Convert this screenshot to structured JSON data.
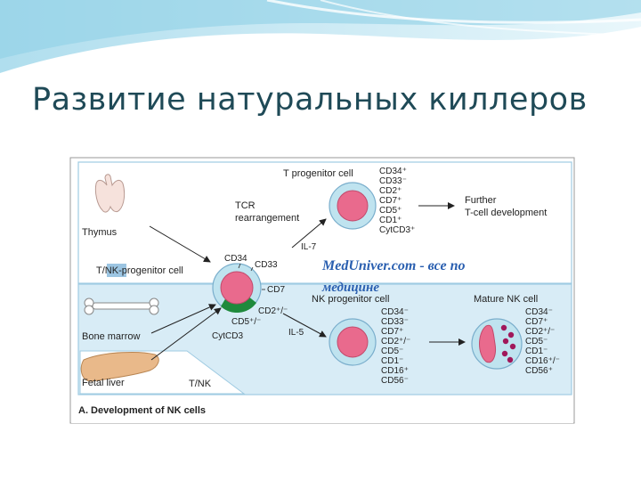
{
  "slide": {
    "title": "Развитие натуральных киллеров"
  },
  "figure": {
    "caption": "A. Development of NK cells",
    "watermark_line1": "MedUniver.com - все по",
    "watermark_line2": "медицине",
    "organs": {
      "thymus": "Thymus",
      "bone_marrow": "Bone marrow",
      "fetal_liver": "Fetal liver",
      "tnk_small": "T/NK"
    },
    "progenitor": {
      "label_pre": "T/",
      "label_hl": "NK",
      "label_post": "-progenitor cell",
      "markers": {
        "cd34": "CD34",
        "cd33": "CD33",
        "cd7": "CD7",
        "cd2": "CD2⁺/⁻",
        "cd5": "CD5⁺/⁻",
        "cytcd3": "CytCD3"
      }
    },
    "tcr": {
      "line1": "TCR",
      "line2": "rearrangement"
    },
    "il7": "IL-7",
    "il5": "IL-5",
    "t_progenitor": {
      "title": "T progenitor cell",
      "markers": [
        "CD34⁺",
        "CD33⁻",
        "CD2⁺",
        "CD7⁺",
        "CD5⁺",
        "CD1⁺",
        "CytCD3⁺"
      ]
    },
    "further": {
      "line1": "Further",
      "line2": "T-cell development"
    },
    "nk_progenitor": {
      "title": "NK progenitor cell",
      "markers": [
        "CD34⁻",
        "CD33⁻",
        "CD7⁺",
        "CD2⁺/⁻",
        "CD5⁻",
        "CD1⁻",
        "CD16⁺",
        "CD56⁻"
      ]
    },
    "mature_nk": {
      "title": "Mature NK cell",
      "markers": [
        "CD34⁻",
        "CD7⁺",
        "CD2⁺/⁻",
        "CD5⁻",
        "CD1⁻",
        "CD16⁺/⁻",
        "CD56⁺"
      ]
    }
  },
  "colors": {
    "title": "#1f4a57",
    "wave": "#8fd0e6",
    "panel_blue": "#d8ecf6",
    "cell_outer": "#bfe3ef",
    "nucleus": "#e96a8d",
    "granule": "#a0185a",
    "green_segment": "#1f8a3c",
    "watermark": "#2a5fb0"
  }
}
